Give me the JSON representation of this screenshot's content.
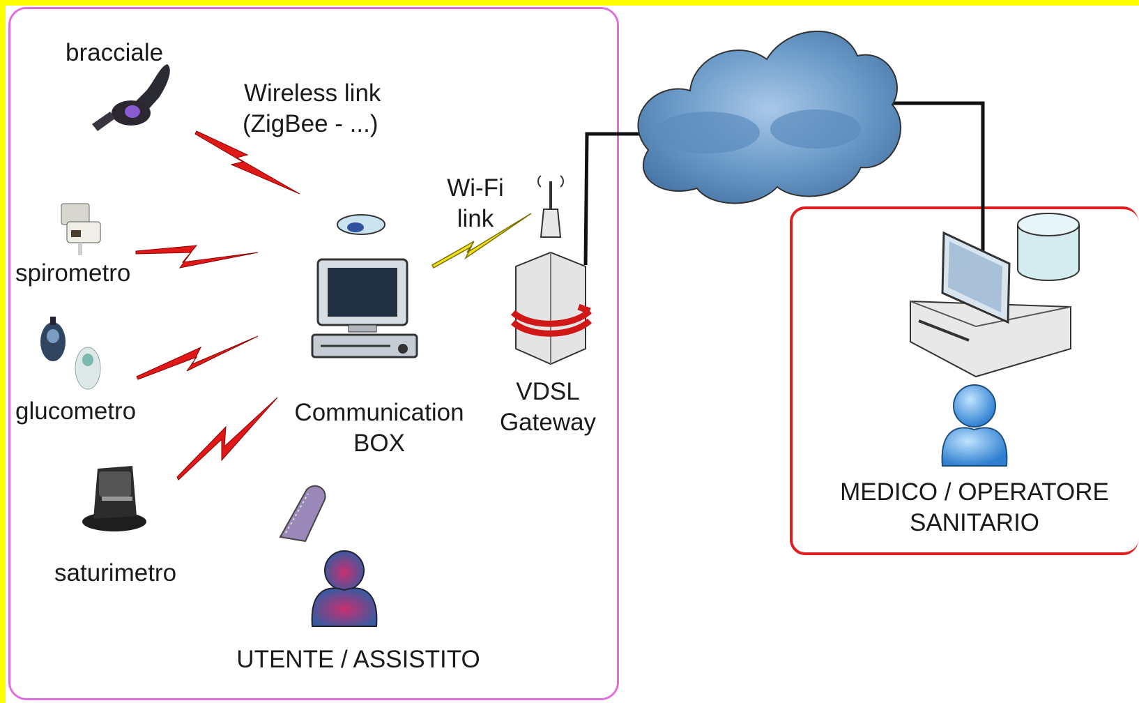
{
  "labels": {
    "bracciale": "bracciale",
    "wireless_line1": "Wireless link",
    "wireless_line2": "(ZigBee - ...)",
    "spirometro": "spirometro",
    "glucometro": "glucometro",
    "saturimetro": "saturimetro",
    "wifi_line1": "Wi-Fi",
    "wifi_line2": "link",
    "box_line1": "Communication",
    "box_line2": "BOX",
    "gateway_line1": "VDSL",
    "gateway_line2": "Gateway",
    "utente": "UTENTE / ASSISTITO",
    "medico_line1": "MEDICO / OPERATORE",
    "medico_line2": "SANITARIO"
  },
  "colors": {
    "frame": "#ffff00",
    "user_zone_border": "#e070e0",
    "doctor_zone_border": "#e02020",
    "wireless_bolt": "#e01818",
    "wifi_bolt": "#f0e020",
    "cloud": "#6a9ac8",
    "user_figure": "#3a5aa0",
    "doctor_figure": "#2f7fd0"
  },
  "icons": [
    "bracelet-icon",
    "spirometer-icon",
    "glucometer-icon",
    "oximeter-icon",
    "computer-icon",
    "gateway-icon",
    "cloud-icon",
    "workstation-icon",
    "database-icon",
    "user-icon",
    "doctor-icon",
    "phone-icon"
  ]
}
